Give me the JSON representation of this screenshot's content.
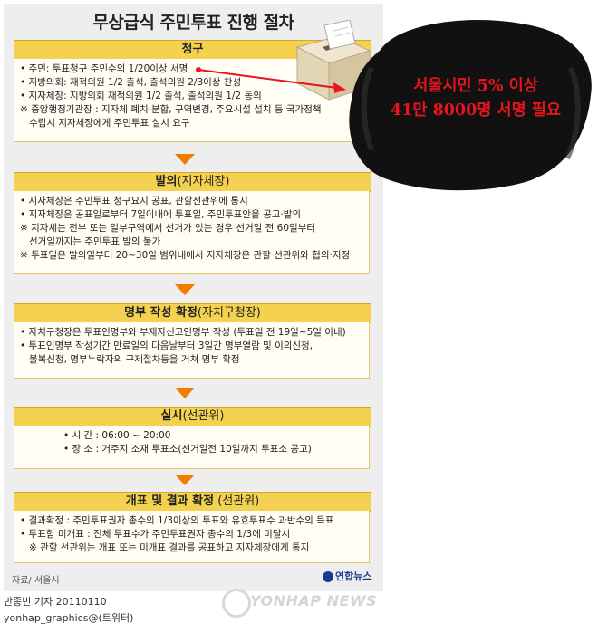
{
  "title": "무상급식 주민투표 진행 절차",
  "sections": [
    {
      "heading": "청구",
      "heading_sub": "",
      "lines": [
        "• 주민: 투표청구 주민수의 1/20이상 서명",
        "• 지방의회: 재적의원 1/2 출석, 출석의원 2/3이상 찬성",
        "• 지자체장: 지방의회 재적의원 1/2 출석, 출석의원 1/2 동의",
        "※ 중앙행정기관장 : 지자체 폐치·분합, 구역변경, 주요시설 설치 등 국가정책",
        "수립시 지자체장에게 주민투표 실시 요구"
      ]
    },
    {
      "heading": "발의",
      "heading_sub": "(지자체장)",
      "lines": [
        "• 지자체장은 주민투표 청구요지 공표, 관할선관위에 통지",
        "• 지자체장은 공표일로부터 7일이내에 투표일, 주민투표안을 공고·발의",
        "※ 지자체는 전부 또는 일부구역에서 선거가 있는 경우 선거일 전 60일부터",
        "선거일까지는 주민투표 발의 불가",
        "※ 투표일은 발의일부터 20~30일 범위내에서 지자체장은 관할 선관위와 협의·지정"
      ]
    },
    {
      "heading": "명부 작성 확정",
      "heading_sub": "(자치구청장)",
      "lines": [
        "• 자치구청장은 투표인명부와 부재자신고인명부 작성 (투표일 전 19일~5일 이내)",
        "• 투표인명부 작성기간 만료일의 다음날부터 3일간 명부열람 및 이의신청,",
        "불복신청, 명부누락자의 구제절차등을 거쳐 명부 확정"
      ]
    },
    {
      "heading": "실시",
      "heading_sub": "(선관위)",
      "lines": [
        "• 시 간 : 06:00 ~ 20:00",
        "• 장 소 : 거주지 소재 투표소(선거일전 10일까지 투표소 공고)"
      ]
    },
    {
      "heading": "개표 및 결과 확정",
      "heading_sub": " (선관위)",
      "lines": [
        "• 결과확정 : 주민투표권자 총수의 1/3이상의 투표와 유효투표수 과반수의 득표",
        "• 투표함 미개표 : 전체 투표수가 주민투표권자 총수의 1/3에 미달시",
        "※ 관할 선관위는 개표 또는 미개표 결과를 공표하고 지자체장에게 통지"
      ]
    }
  ],
  "callout": {
    "line1": "서울시민 5% 이상",
    "line2": "41만 8000명 서명 필요",
    "color": "#e8141e"
  },
  "source": "자료/ 서울시",
  "logo": "연합뉴스",
  "credit_line1": "반종빈 기자 20110110",
  "credit_line2": "yonhap_graphics@(트위터)",
  "watermark": "YONHAP NEWS",
  "colors": {
    "heading_fill": "#f4d24f",
    "arrow": "#f07d00",
    "panel": "#eeeeee"
  }
}
